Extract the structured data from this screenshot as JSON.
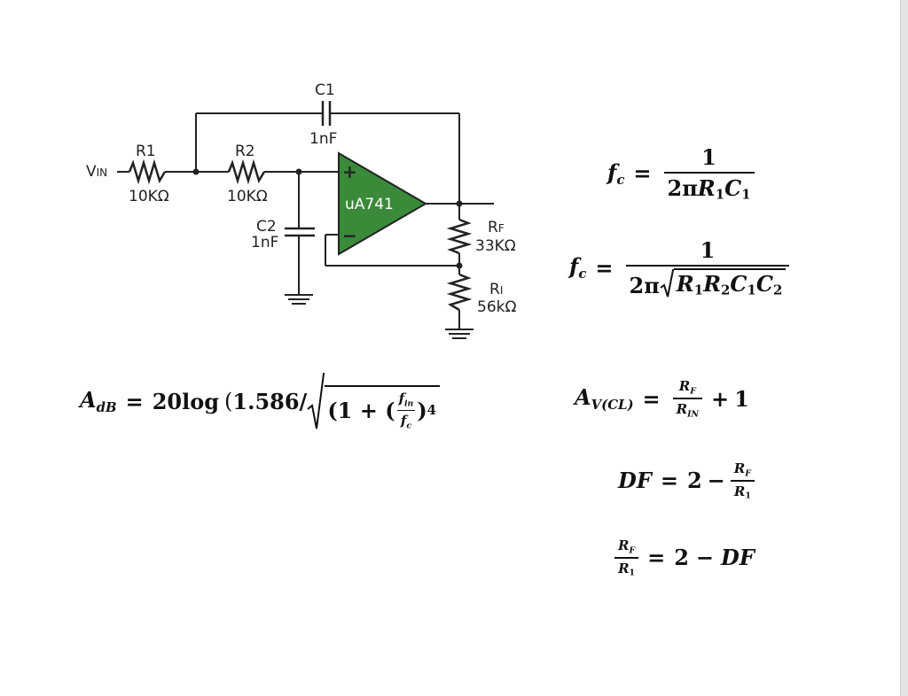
{
  "circuit": {
    "input_label_main": "V",
    "input_label_sub": "IN",
    "r1": {
      "name": "R1",
      "value": "10KΩ"
    },
    "r2": {
      "name": "R2",
      "value": "10KΩ"
    },
    "c1": {
      "name": "C1",
      "value": "1nF"
    },
    "c2": {
      "name": "C2",
      "value": "1nF"
    },
    "opamp": {
      "name": "uA741",
      "plus": "+",
      "minus": "−"
    },
    "rf": {
      "name_main": "R",
      "name_sub": "F",
      "value": "33KΩ"
    },
    "ri": {
      "name_main": "R",
      "name_sub": "I",
      "value": "56kΩ"
    },
    "colors": {
      "opamp_fill": "#3a8a3a",
      "wire": "#222222"
    }
  },
  "equations": {
    "fc1": {
      "lhs": "f",
      "lhs_sub": "c",
      "eq": "=",
      "num": "1",
      "den_text": "2π",
      "den_r": "R",
      "den_r_sub": "1",
      "den_c": "C",
      "den_c_sub": "1"
    },
    "fc2": {
      "lhs": "f",
      "lhs_sub": "c",
      "eq": "=",
      "num": "1",
      "den_text": "2π",
      "rad_r1": "R",
      "rad_r1_sub": "1",
      "rad_r2": "R",
      "rad_r2_sub": "2",
      "rad_c1": "C",
      "rad_c1_sub": "1",
      "rad_c2": "C",
      "rad_c2_sub": "2"
    },
    "adb": {
      "lhs": "A",
      "lhs_sub": "dB",
      "eq": "=",
      "coef": "20log",
      "paren_open": "(",
      "value": "1.586/",
      "rad_open": "(1 + (",
      "fin": "f",
      "fin_sub": "in",
      "fc": "f",
      "fc_sub": "c",
      "rad_close": ")",
      "power": "4"
    },
    "av": {
      "lhs": "A",
      "lhs_sub": "V(CL)",
      "eq": "=",
      "num": "R",
      "num_sub": "F",
      "den": "R",
      "den_sub": "IN",
      "plus": "+",
      "one": "1"
    },
    "df1": {
      "lhs": "DF",
      "eq": "=",
      "two": "2",
      "minus": "−",
      "num": "R",
      "num_sub": "F",
      "den": "R",
      "den_sub": "1"
    },
    "df2": {
      "num": "R",
      "num_sub": "F",
      "den": "R",
      "den_sub": "1",
      "eq": "=",
      "two": "2",
      "minus": "−",
      "rhs": "DF"
    }
  }
}
